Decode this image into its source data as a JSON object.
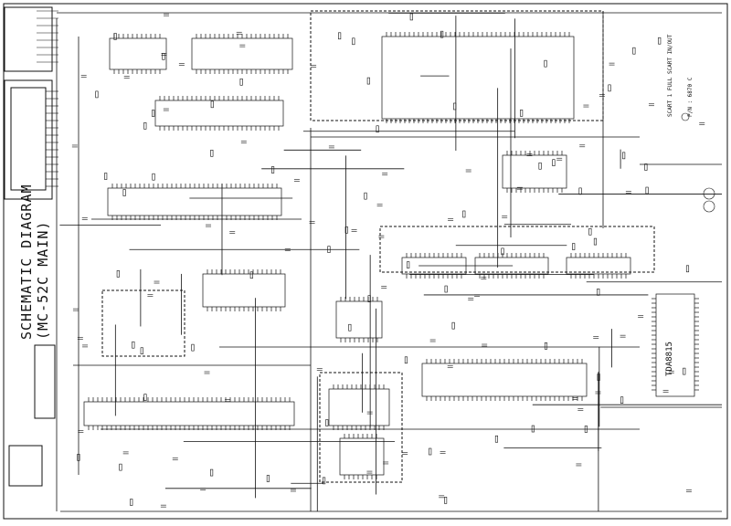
{
  "diagram": {
    "title_line1": "SCHEMATIC DIAGRAM",
    "title_line2": "(MC-52C MAIN)",
    "ic_labels": {
      "tda": "TDA8815",
      "scart": "SCART 1 FULL SCART IN/OUT",
      "pin": "P/N : 6870 C"
    }
  },
  "colors": {
    "ink": "#111111",
    "paper": "#ffffff"
  }
}
